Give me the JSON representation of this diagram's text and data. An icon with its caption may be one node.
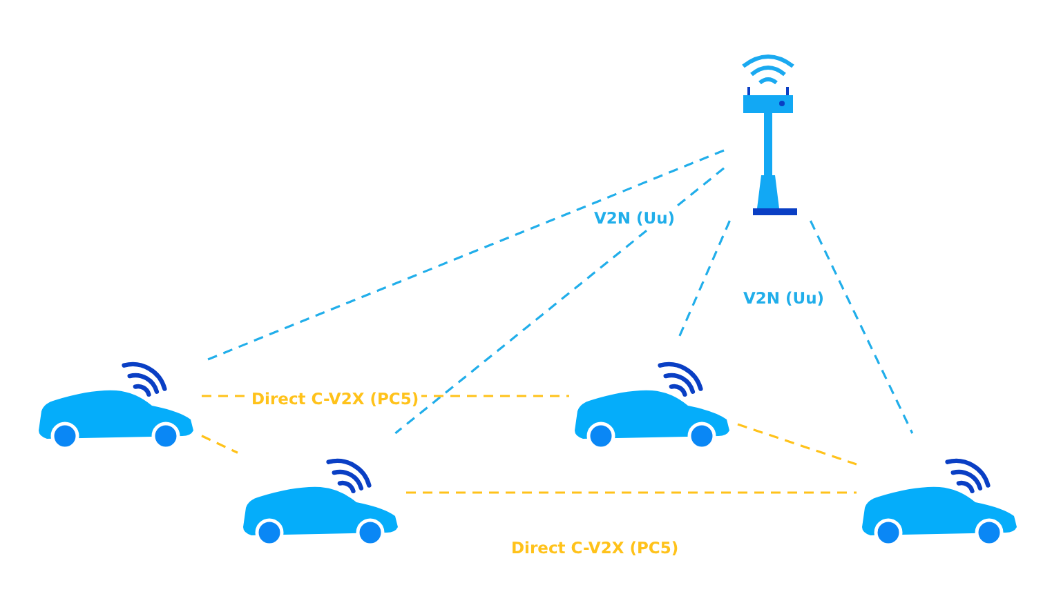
{
  "diagram": {
    "nodes": [
      {
        "text": [],
        "shape": "picture"
      },
      {
        "text": [],
        "shape": "picture"
      },
      {
        "text": [],
        "shape": "picture"
      },
      {
        "text": [],
        "shape": "picture"
      },
      {
        "text": [],
        "shape": "picture"
      }
    ],
    "edges": [
      {
        "from": 0,
        "to": 1,
        "arrow": "none",
        "style": "dashed",
        "label": "V2N (Uu)"
      },
      {
        "from": 0,
        "to": 2,
        "arrow": "none",
        "style": "dashed"
      },
      {
        "from": 0,
        "to": 3,
        "arrow": "none",
        "style": "dashed",
        "label": "V2N (Uu)"
      },
      {
        "from": 0,
        "to": 4,
        "arrow": "none",
        "style": "dashed"
      },
      {
        "from": 1,
        "to": 3,
        "arrow": "none",
        "style": "dashed",
        "color": "#ffc21a",
        "label": "Direct C-V2X (PC5)"
      },
      {
        "from": 1,
        "to": 2,
        "arrow": "none",
        "style": "dashed",
        "color": "#ffc21a"
      },
      {
        "from": 3,
        "to": 4,
        "arrow": "none",
        "style": "dashed",
        "color": "#ffc21a"
      },
      {
        "from": 2,
        "to": 4,
        "arrow": "none",
        "style": "dashed",
        "color": "#ffc21a",
        "label": "Direct C-V2X (PC5)"
      }
    ]
  }
}
